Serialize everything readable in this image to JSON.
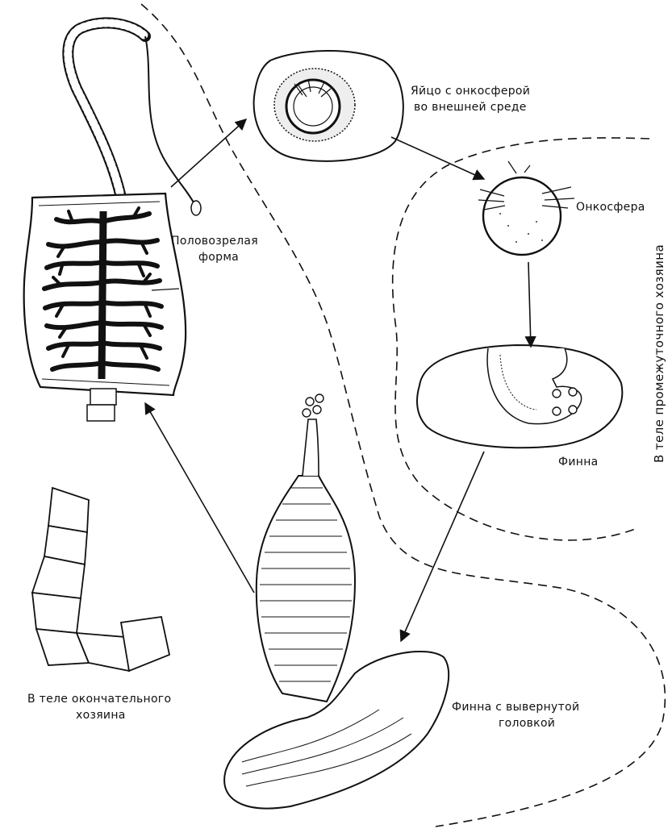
{
  "labels": {
    "egg_line1": "Яйцо с онкосферой",
    "egg_line2": "во внешней среде",
    "oncosphere": "Онкосфера",
    "mature_line1": "Половозрелая",
    "mature_line2": "форма",
    "finna": "Финна",
    "definitive_line1": "В теле окончательного",
    "definitive_line2": "хозяина",
    "everted_line1": "Финна с вывернутой",
    "everted_line2": "головкой",
    "intermediate_host": "В теле промежуточного хозяина"
  },
  "colors": {
    "ink": "#111111",
    "background": "#ffffff"
  }
}
